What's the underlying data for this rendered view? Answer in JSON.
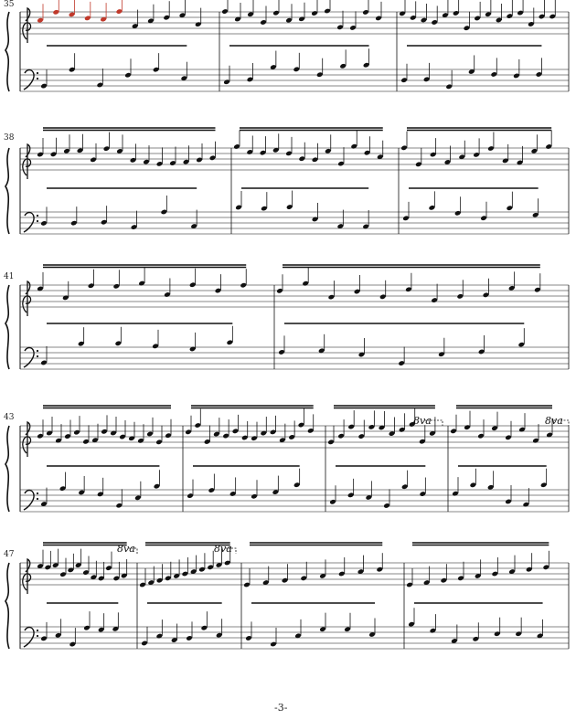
{
  "page": {
    "number_label": "-3-"
  },
  "measure_numbers": [
    "35",
    "38",
    "41",
    "43",
    "47"
  ],
  "ottava_markings": [
    {
      "label": "8va"
    },
    {
      "label": "8va"
    },
    {
      "label": "8va"
    },
    {
      "label": "8va"
    }
  ],
  "notation": {
    "staff_type": "piano grand staff",
    "clefs": [
      "treble-clef-icon",
      "bass-clef-icon"
    ],
    "highlight_color": "#c0392b",
    "ink_color": "#111111"
  }
}
